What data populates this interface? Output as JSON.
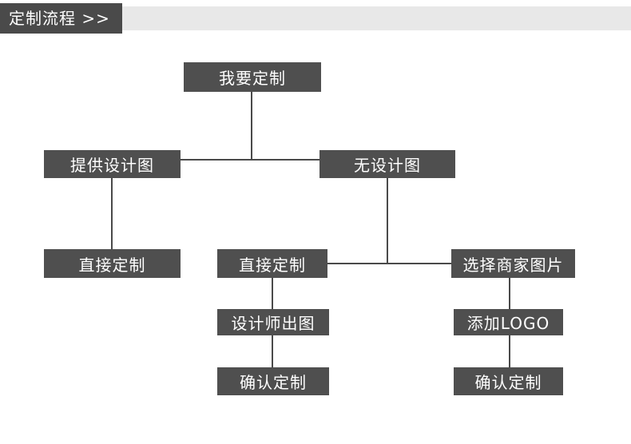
{
  "header": {
    "title": "定制流程 >>",
    "bar_color": "#e8e8e8",
    "box_color": "#4a4a4a",
    "text_color": "#ffffff"
  },
  "flowchart": {
    "box_color": "#4f4f4f",
    "line_color": "#4a4a4a",
    "text_color": "#ffffff",
    "nodes": [
      {
        "id": "start",
        "label": "我要定制"
      },
      {
        "id": "provide-design",
        "label": "提供设计图"
      },
      {
        "id": "no-design",
        "label": "无设计图"
      },
      {
        "id": "direct-custom-left",
        "label": "直接定制"
      },
      {
        "id": "direct-custom-middle",
        "label": "直接定制"
      },
      {
        "id": "select-merchant-image",
        "label": "选择商家图片"
      },
      {
        "id": "designer-output",
        "label": "设计师出图"
      },
      {
        "id": "add-logo",
        "label": "添加LOGO"
      },
      {
        "id": "confirm-custom-left",
        "label": "确认定制"
      },
      {
        "id": "confirm-custom-right",
        "label": "确认定制"
      }
    ]
  }
}
